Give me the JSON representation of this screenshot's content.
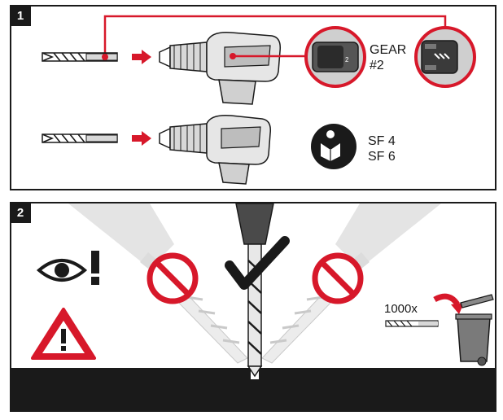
{
  "steps": [
    {
      "number": "1"
    },
    {
      "number": "2"
    }
  ],
  "step1": {
    "gear_label": "GEAR",
    "gear_number": "#2",
    "sf_line1": "SF 4",
    "sf_line2": "SF 6"
  },
  "step2": {
    "count_label": "1000x"
  },
  "colors": {
    "accent_red": "#d7182a",
    "ink": "#1a1a1a",
    "tool_grey": "#d8d8d8",
    "ghost_grey": "#e4e4e4"
  },
  "icons": [
    "drill-bit-icon",
    "arrow-right-icon",
    "drill-icon",
    "magnifier-icon",
    "read-manual-icon",
    "eye-icon",
    "exclamation-icon",
    "warning-triangle-icon",
    "prohibited-icon",
    "check-icon",
    "trash-bin-icon"
  ]
}
